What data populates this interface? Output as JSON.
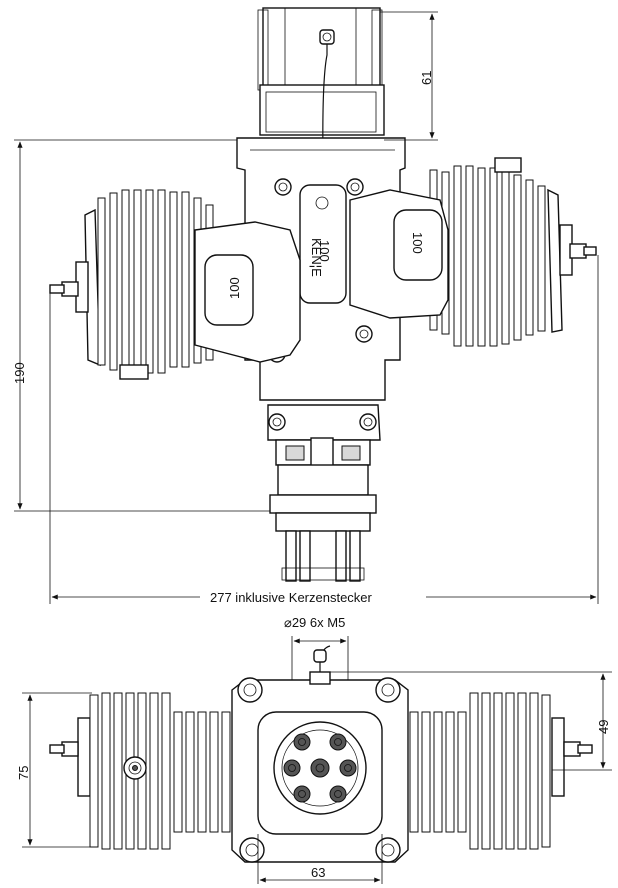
{
  "dimensions": {
    "top_height": "61",
    "overall_height": "190",
    "overall_width": "277 inklusive Kerzenstecker",
    "bolt_circle": "⌀29  6x M5",
    "side_height": "75",
    "side_small_height": "49",
    "side_width": "63"
  },
  "labels": {
    "brand": "KEN¦E",
    "model": "100",
    "cyl_left": "100",
    "cyl_right": "100"
  }
}
